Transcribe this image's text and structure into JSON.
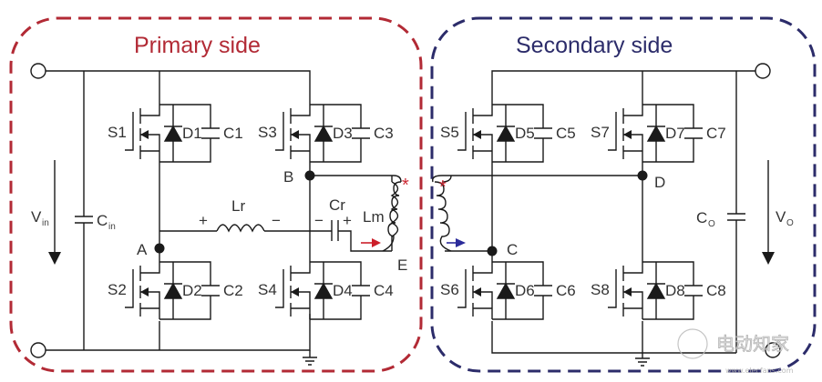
{
  "title": "Dual active bridge CLLC-type converter schematic",
  "colors": {
    "primary_box": "#b22a35",
    "secondary_box": "#2c2c6a",
    "wire": "#1a1a1a",
    "label": "#333333",
    "primary_arrow": "#cc1f2a",
    "secondary_arrow": "#2b2b9a",
    "dot_marker": "#cc2a35"
  },
  "regions": {
    "primary": {
      "label": "Primary side"
    },
    "secondary": {
      "label": "Secondary side"
    }
  },
  "primary": {
    "input_voltage": {
      "label": "V",
      "subscript": "in"
    },
    "input_capacitor": {
      "label": "C",
      "subscript": "in"
    },
    "switches": [
      {
        "switch": "S1",
        "diode": "D1",
        "cap": "C1"
      },
      {
        "switch": "S2",
        "diode": "D2",
        "cap": "C2"
      },
      {
        "switch": "S3",
        "diode": "D3",
        "cap": "C3"
      },
      {
        "switch": "S4",
        "diode": "D4",
        "cap": "C4"
      }
    ],
    "nodes": {
      "a": "A",
      "b": "B",
      "e": "E"
    },
    "resonant_inductor": {
      "label": "Lr",
      "plus": "+",
      "minus": "−"
    },
    "resonant_capacitor": {
      "label": "Cr",
      "plus": "+",
      "minus": "−"
    },
    "magnetizing_inductor": {
      "label": "Lm"
    },
    "dot_marker": "*"
  },
  "secondary": {
    "output_voltage": {
      "label": "V",
      "subscript": "O"
    },
    "output_capacitor": {
      "label": "C",
      "subscript": "O"
    },
    "switches": [
      {
        "switch": "S5",
        "diode": "D5",
        "cap": "C5"
      },
      {
        "switch": "S6",
        "diode": "D6",
        "cap": "C6"
      },
      {
        "switch": "S7",
        "diode": "D7",
        "cap": "C7"
      },
      {
        "switch": "S8",
        "diode": "D8",
        "cap": "C8"
      }
    ],
    "nodes": {
      "c": "C",
      "d": "D"
    },
    "dot_marker": "*"
  },
  "watermark": {
    "text": "电动知家",
    "url": "www.elecfans.com"
  }
}
